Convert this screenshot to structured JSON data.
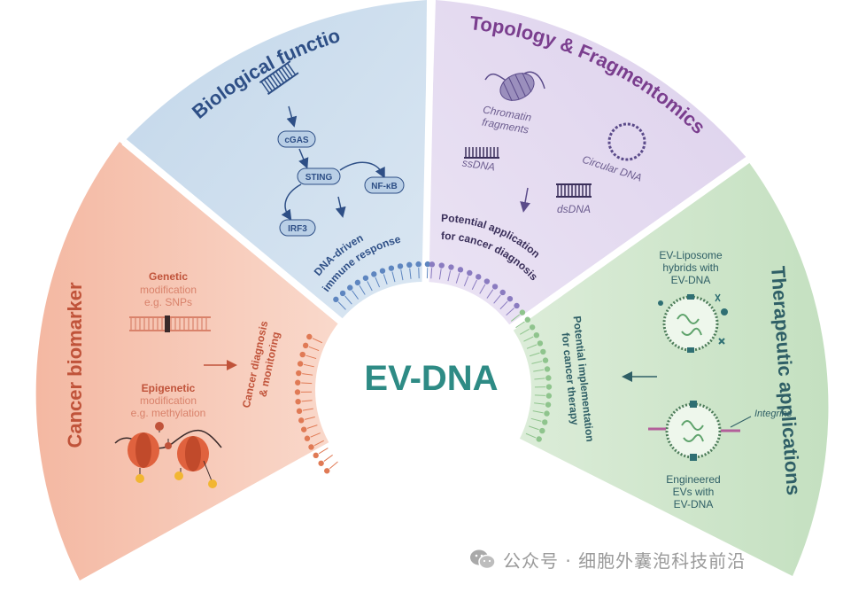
{
  "center_title": "EV-DNA",
  "colors": {
    "biomarker": "#f6c9b7",
    "biological": "#c9dced",
    "topology": "#e2d8ef",
    "therapeutic": "#d3e7cf",
    "center_text": "#2e8b85"
  },
  "sectors": {
    "biomarker": {
      "title": "Cancer biomarker",
      "arc_label_1": "Cancer diagnosis",
      "arc_label_2": "& monitoring",
      "genetic_title": "Genetic",
      "genetic_line2": "modification",
      "genetic_line3": "e.g. SNPs",
      "epigenetic_title": "Epigenetic",
      "epigenetic_line2": "modification",
      "epigenetic_line3": "e.g. methylation"
    },
    "biological": {
      "title": "Biological functions",
      "node_cgas": "cGAS",
      "node_sting": "STING",
      "node_irf3": "IRF3",
      "node_nfkb": "NF-κB",
      "arc_label_1": "DNA-driven",
      "arc_label_2": "immune response"
    },
    "topology": {
      "title": "Topology & Fragmentomics",
      "chromatin_1": "Chromatin",
      "chromatin_2": "fragments",
      "ssdna": "ssDNA",
      "circular": "Circular DNA",
      "dsdna": "dsDNA",
      "arc_label_1": "Potential application",
      "arc_label_2": "for cancer diagnosis"
    },
    "therapeutic": {
      "title": "Therapeutic applications",
      "liposome_1": "EV-Liposome",
      "liposome_2": "hybrids with",
      "liposome_3": "EV-DNA",
      "integrins": "Integrins",
      "engineered_1": "Engineered",
      "engineered_2": "EVs with",
      "engineered_3": "EV-DNA",
      "arc_label_1": "Potential implementation",
      "arc_label_2": "for cancer therapy"
    }
  },
  "watermark": "公众号 · 细胞外囊泡科技前沿"
}
